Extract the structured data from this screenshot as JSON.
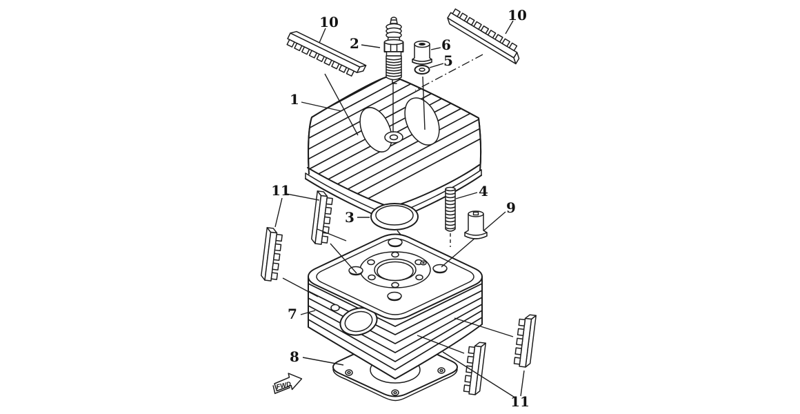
{
  "colors": {
    "background": "#ffffff",
    "line": "#1c1c1c"
  },
  "callouts": {
    "part1": {
      "label": "1"
    },
    "part2": {
      "label": "2"
    },
    "part3": {
      "label": "3"
    },
    "part4": {
      "label": "4"
    },
    "part5": {
      "label": "5"
    },
    "part6": {
      "label": "6"
    },
    "part7": {
      "label": "7"
    },
    "part8": {
      "label": "8"
    },
    "part9": {
      "label": "9"
    },
    "part10_left": {
      "label": "10"
    },
    "part10_right": {
      "label": "10"
    },
    "part11_left": {
      "label": "11"
    },
    "part11_right": {
      "label": "11"
    }
  },
  "fwd_marker": {
    "label": "FWD"
  }
}
